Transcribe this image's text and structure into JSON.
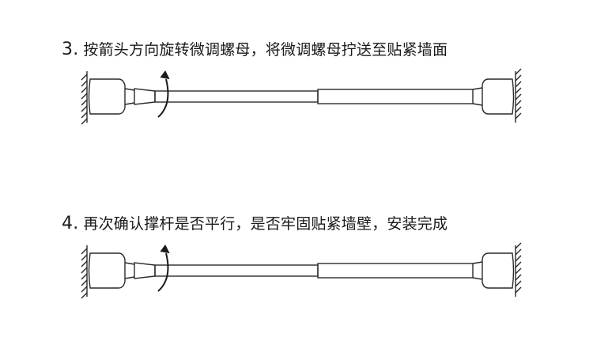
{
  "colors": {
    "line": "#2a2a2a",
    "background": "#ffffff"
  },
  "icons": [
    "wall-hatch-left",
    "wall-hatch-right",
    "end-cap",
    "rotate-arrow-icon"
  ],
  "steps": [
    {
      "number": "3.",
      "text": "按箭头方向旋转微调螺母，将微调螺母拧送至贴紧墙面"
    },
    {
      "number": "4.",
      "text": "再次确认撑杆是否平行，是否牢固贴紧墙壁，安装完成"
    }
  ]
}
